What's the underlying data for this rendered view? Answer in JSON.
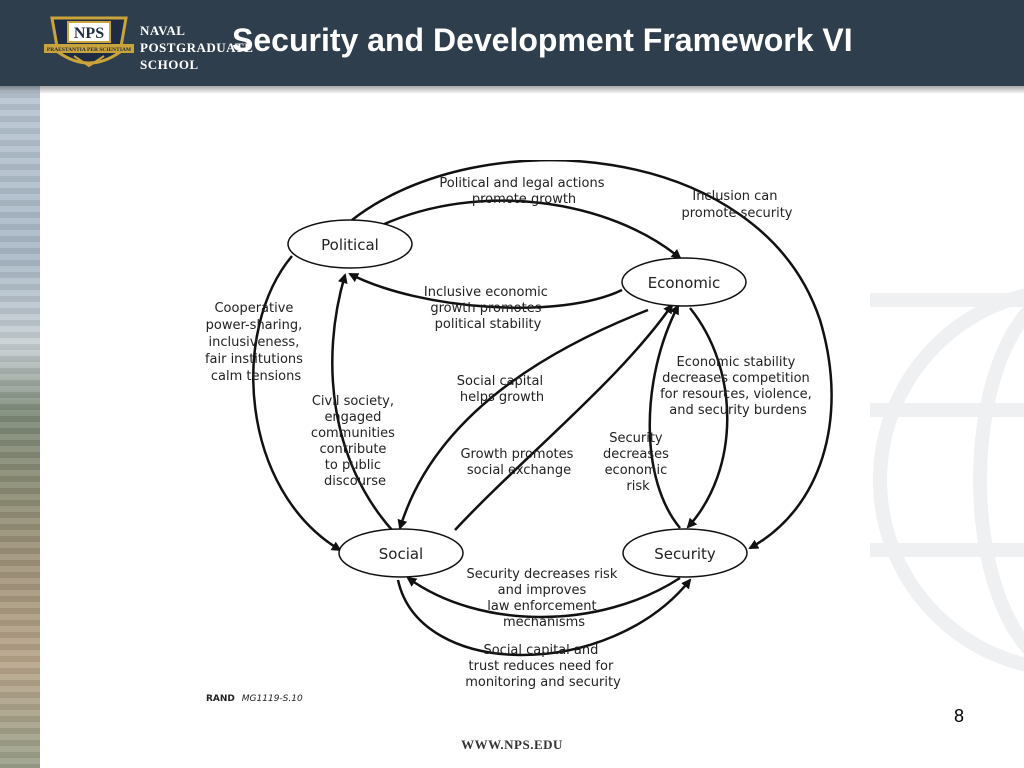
{
  "header": {
    "school_lines": [
      "NAVAL",
      "POSTGRADUATE",
      "SCHOOL"
    ],
    "logo_label": "NPS",
    "logo_motto": "PRAESTANTIA PER SCIENTIAM",
    "title": "Security and Development Framework VI"
  },
  "diagram": {
    "nodes": {
      "political": "Political",
      "economic": "Economic",
      "social": "Social",
      "security": "Security"
    },
    "labels": {
      "political_economic": [
        "Political and legal actions",
        "promote growth"
      ],
      "inclusion": [
        "Inclusion can",
        "promote security"
      ],
      "inclusive_growth": [
        "Inclusive economic",
        "growth promotes",
        "political stability"
      ],
      "cooperative": [
        "Cooperative",
        "power-sharing,",
        "inclusiveness,",
        "fair institutions",
        "calm tensions"
      ],
      "civil_society": [
        "Civil society,",
        "engaged",
        "communities",
        "contribute",
        "to public",
        "discourse"
      ],
      "social_capital_growth": [
        "Social capital",
        "helps growth"
      ],
      "growth_social": [
        "Growth promotes",
        "social exchange"
      ],
      "economic_stability": [
        "Economic stability",
        "decreases competition",
        "for resources, violence,",
        "and security burdens"
      ],
      "security_economic": [
        "Security",
        "decreases",
        "economic",
        "risk"
      ],
      "security_social": [
        "Security decreases risk",
        "and improves",
        "law enforcement",
        "mechanisms"
      ],
      "social_security": [
        "Social capital and",
        "trust reduces need for",
        "monitoring and security"
      ]
    },
    "source_org": "RAND",
    "source_id": "MG1119-S.10"
  },
  "footer": {
    "page_number": "8",
    "url": "WWW.NPS.EDU"
  }
}
